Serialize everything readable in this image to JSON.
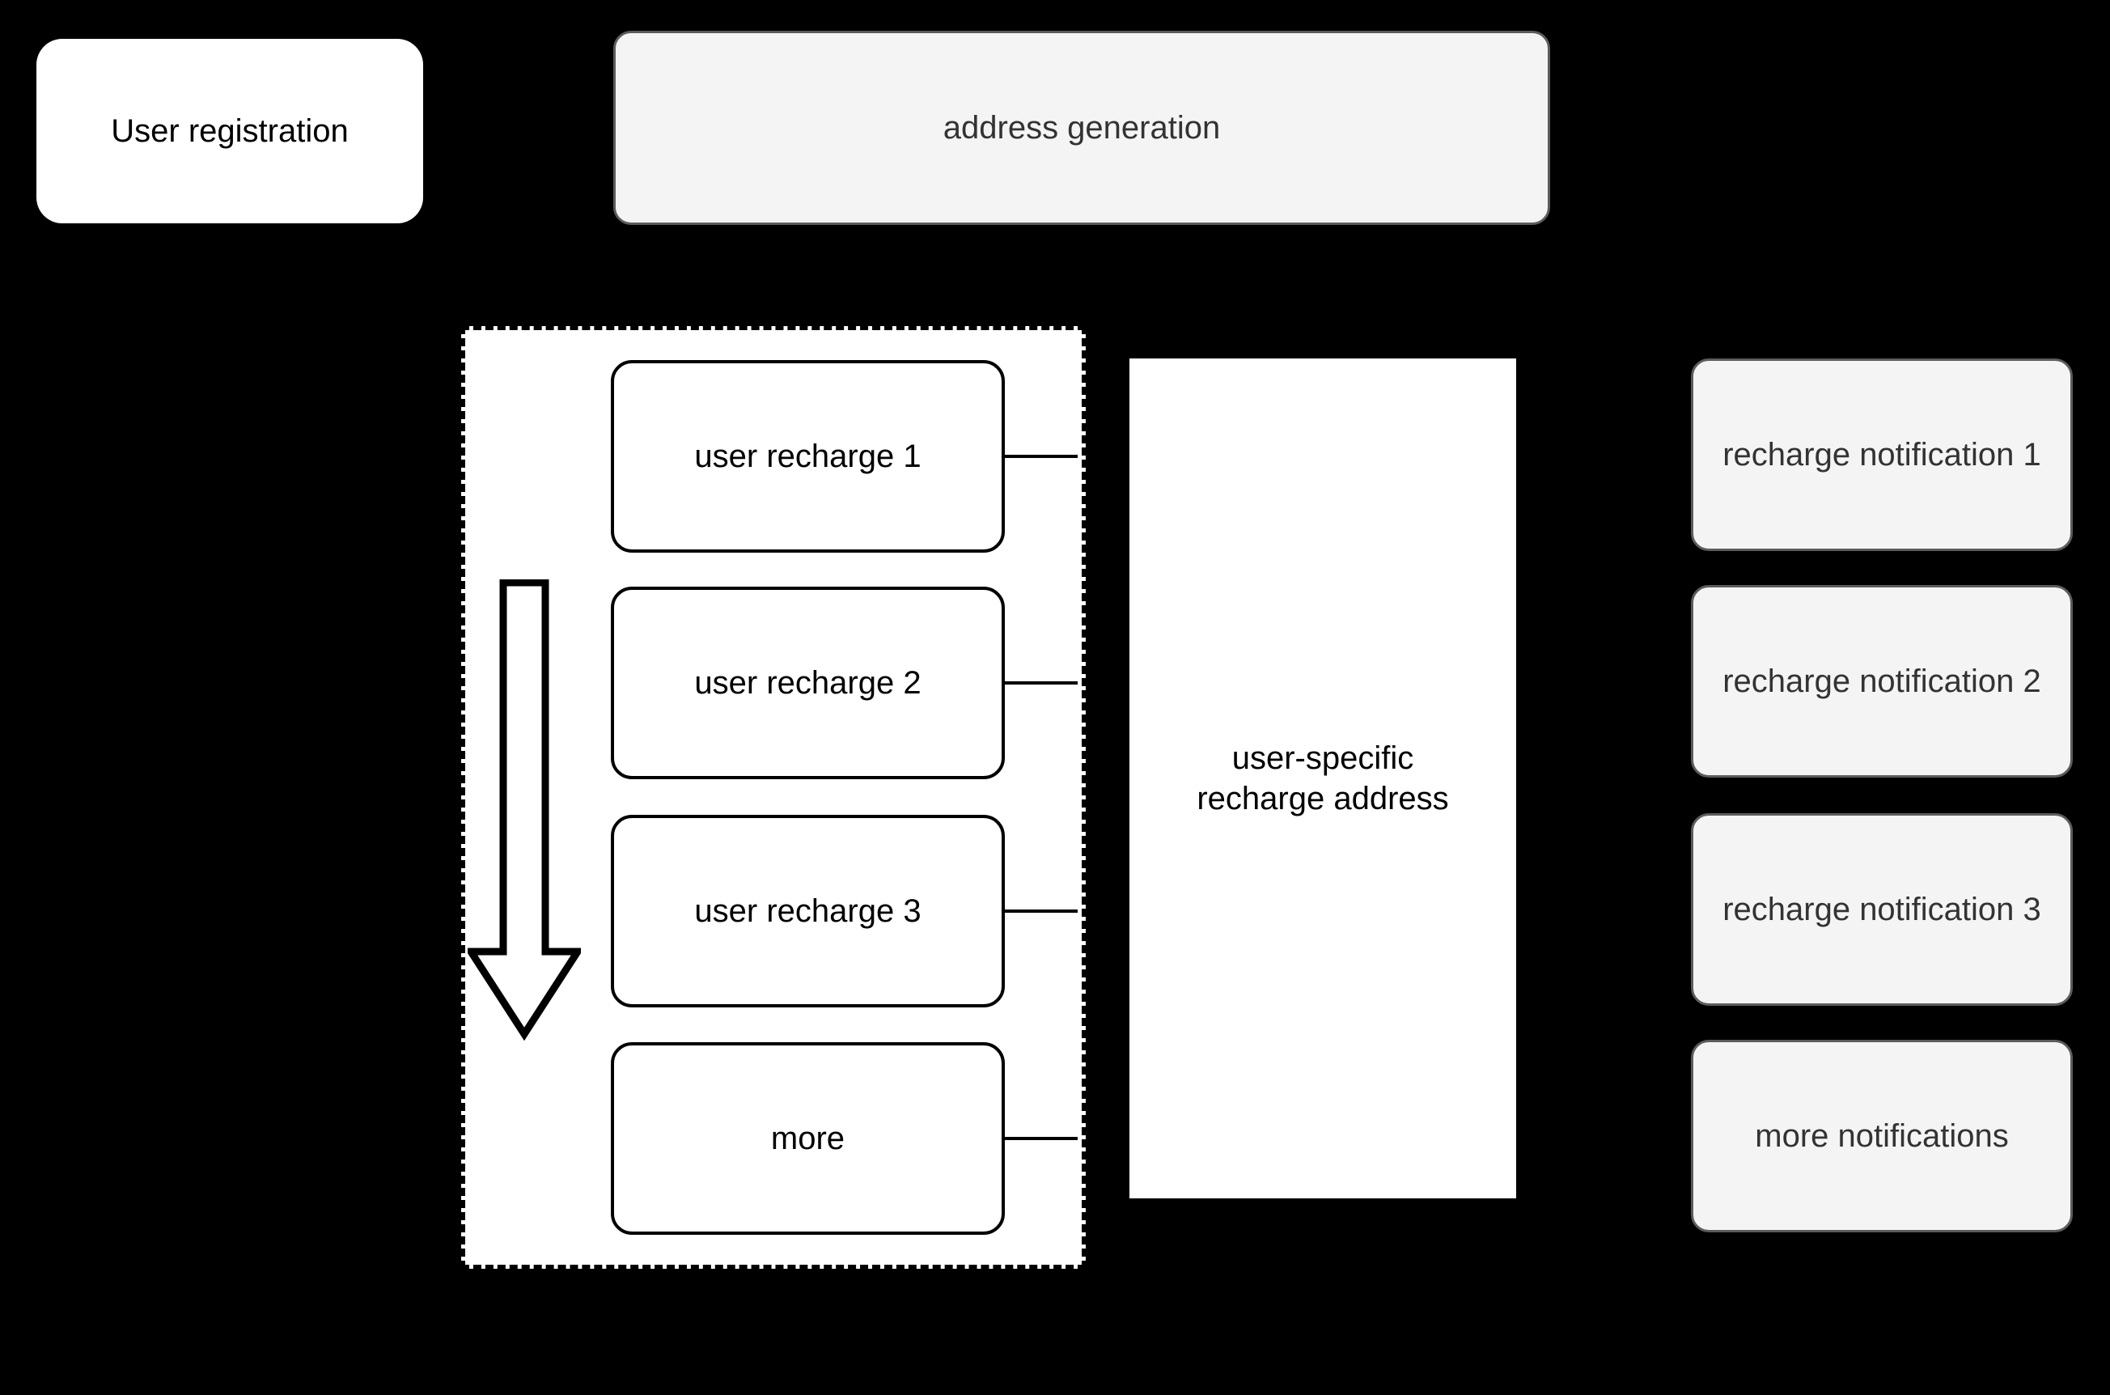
{
  "diagram": {
    "title_nodes": {
      "user_registration": "User registration",
      "address_generation": "address generation"
    },
    "recharge_group": {
      "flow_arrow_icon": "down-arrow-icon",
      "items": [
        {
          "label": "user recharge 1"
        },
        {
          "label": "user recharge 2"
        },
        {
          "label": "user recharge 3"
        },
        {
          "label": "more"
        }
      ]
    },
    "address_node": {
      "label": "user-specific\nrecharge address"
    },
    "notifications": [
      {
        "label": "recharge notification 1"
      },
      {
        "label": "recharge notification 2"
      },
      {
        "label": "recharge notification 3"
      },
      {
        "label": "more notifications"
      }
    ],
    "colors": {
      "background": "#000000",
      "card_white_fill": "#ffffff",
      "card_gray_fill": "#f4f4f4",
      "card_gray_border": "#5c5c5c",
      "stroke": "#000000",
      "text_dark": "#000000",
      "text_gray": "#333333"
    }
  }
}
